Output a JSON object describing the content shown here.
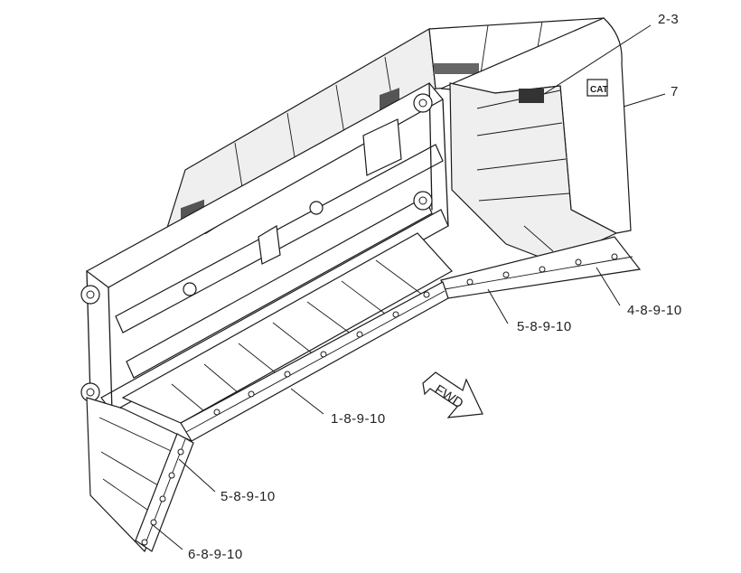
{
  "diagram": {
    "callouts": {
      "c2_3": "2-3",
      "c7": "7",
      "c4": "4-8-9-10",
      "c5a": "5-8-9-10",
      "c1": "1-8-9-10",
      "c5b": "5-8-9-10",
      "c6": "6-8-9-10"
    },
    "direction_arrow": "FWD",
    "logo_text": "CAT"
  }
}
